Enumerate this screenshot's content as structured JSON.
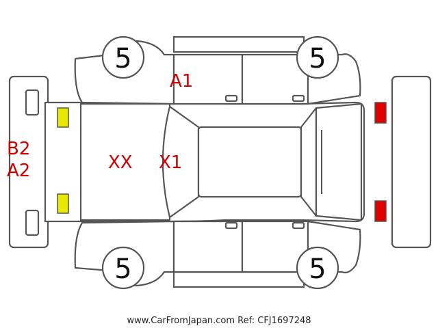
{
  "diagram": {
    "colors": {
      "damage_mark": "#d00000",
      "outline": "#555555",
      "headlight": "#e8e800",
      "taillight": "#e00000"
    },
    "wheels": [
      {
        "grade": "5"
      },
      {
        "grade": "5"
      },
      {
        "grade": "5"
      },
      {
        "grade": "5"
      }
    ],
    "marks": {
      "roof_a1": "A1",
      "hood_xx": "XX",
      "windshield_x1": "X1",
      "front_bumper_b2": "B2",
      "front_bumper_a2": "A2"
    },
    "footer": "www.CarFromJapan.com Ref: CFJ1697248"
  }
}
